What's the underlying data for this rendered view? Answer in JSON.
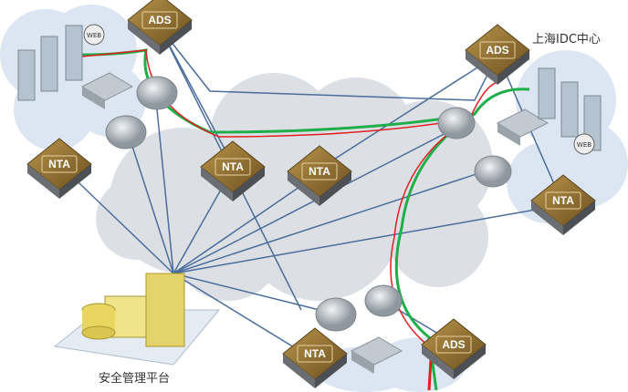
{
  "labels": {
    "shanghai_idc": "上海IDC中心",
    "management_platform": "安全管理平台"
  },
  "devices": {
    "ads": "ADS",
    "nta": "NTA",
    "web": "WEB"
  },
  "colors": {
    "cloud": "#d9dde3",
    "site_cloud": "#dbe6f2",
    "device": "#8c6a2a",
    "link": "#4a6d9c",
    "attack_path": "#e02020",
    "clean_path": "#1fae4a"
  }
}
